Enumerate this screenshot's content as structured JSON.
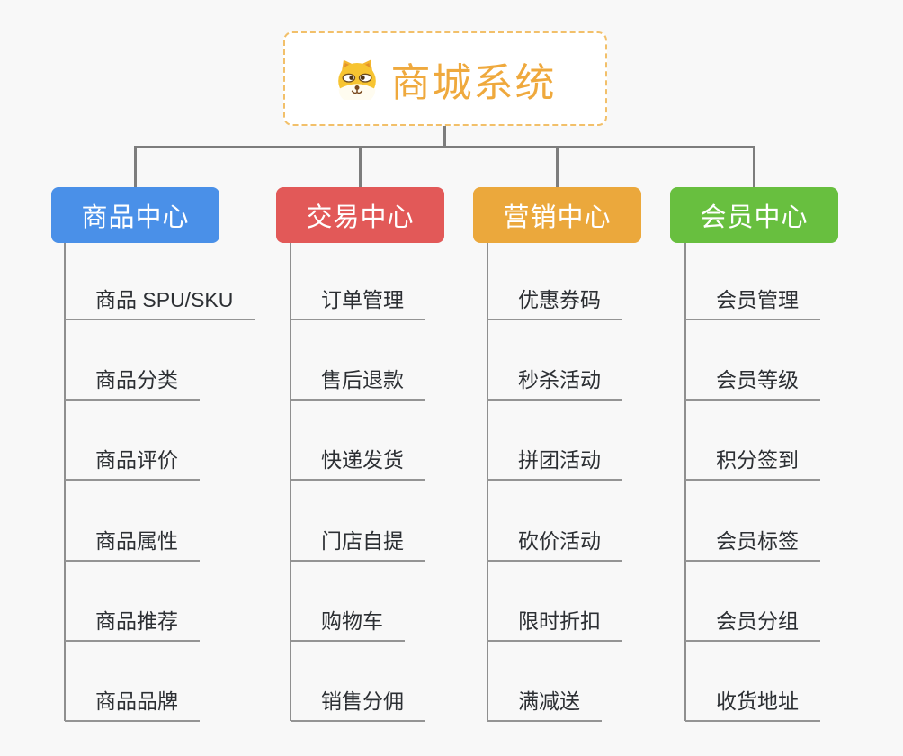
{
  "page": {
    "background_color": "#f8f8f8",
    "connector_color": "#7d7d7d"
  },
  "root": {
    "title": "商城系统",
    "icon": "shiba-dog-icon",
    "text_color": "#efa93d",
    "border_color": "#f2c06a"
  },
  "branches": [
    {
      "label": "商品中心",
      "color": "#4a90e8",
      "items": [
        "商品 SPU/SKU",
        "商品分类",
        "商品评价",
        "商品属性",
        "商品推荐",
        "商品品牌"
      ]
    },
    {
      "label": "交易中心",
      "color": "#e25958",
      "items": [
        "订单管理",
        "售后退款",
        "快递发货",
        "门店自提",
        "购物车",
        "销售分佣"
      ]
    },
    {
      "label": "营销中心",
      "color": "#eba83c",
      "items": [
        "优惠券码",
        "秒杀活动",
        "拼团活动",
        "砍价活动",
        "限时折扣",
        "满减送"
      ]
    },
    {
      "label": "会员中心",
      "color": "#68bf3f",
      "items": [
        "会员管理",
        "会员等级",
        "积分签到",
        "会员标签",
        "会员分组",
        "收货地址"
      ]
    }
  ]
}
